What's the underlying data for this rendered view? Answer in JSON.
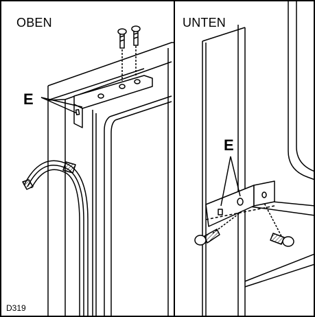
{
  "panels": {
    "left": {
      "title": "OBEN",
      "callout": "E"
    },
    "right": {
      "title": "UNTEN",
      "callout": "E"
    }
  },
  "figure_code": "D319",
  "colors": {
    "line": "#000000",
    "background": "#ffffff",
    "hatch": "#000000"
  },
  "icons": {
    "top_screws": "screw-icon",
    "bottom_screws": "screw-icon",
    "top_bracket": "bracket-icon",
    "bottom_bracket": "bracket-icon"
  }
}
